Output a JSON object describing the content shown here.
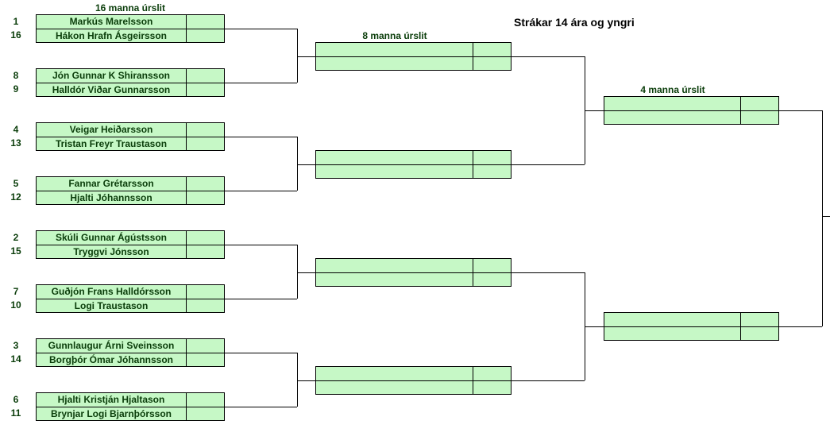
{
  "title": "Strákar 14 ára og yngri",
  "rounds": {
    "r16": "16 manna úrslit",
    "r8": "8 manna úrslit",
    "r4": "4 manna úrslit"
  },
  "r16_matches": [
    {
      "seed_a": "1",
      "name_a": "Markús Marelsson",
      "seed_b": "16",
      "name_b": "Hákon Hrafn Ásgeirsson"
    },
    {
      "seed_a": "8",
      "name_a": "Jón Gunnar K Shiransson",
      "seed_b": "9",
      "name_b": "Halldór Viðar Gunnarsson"
    },
    {
      "seed_a": "4",
      "name_a": "Veigar Heiðarsson",
      "seed_b": "13",
      "name_b": "Tristan Freyr Traustason"
    },
    {
      "seed_a": "5",
      "name_a": "Fannar Grétarsson",
      "seed_b": "12",
      "name_b": "Hjalti Jóhannsson"
    },
    {
      "seed_a": "2",
      "name_a": "Skúli Gunnar Ágústsson",
      "seed_b": "15",
      "name_b": "Tryggvi Jónsson"
    },
    {
      "seed_a": "7",
      "name_a": "Guðjón Frans Halldórsson",
      "seed_b": "10",
      "name_b": "Logi Traustason"
    },
    {
      "seed_a": "3",
      "name_a": "Gunnlaugur Árni Sveinsson",
      "seed_b": "14",
      "name_b": "Borgþór Ómar Jóhannsson"
    },
    {
      "seed_a": "6",
      "name_a": "Hjalti Kristján Hjaltason",
      "seed_b": "11",
      "name_b": "Brynjar Logi Bjarnþórsson"
    }
  ],
  "colors": {
    "cell_fill": "#c6f8c6",
    "text": "#0a3d0a",
    "lines": "#000000"
  }
}
